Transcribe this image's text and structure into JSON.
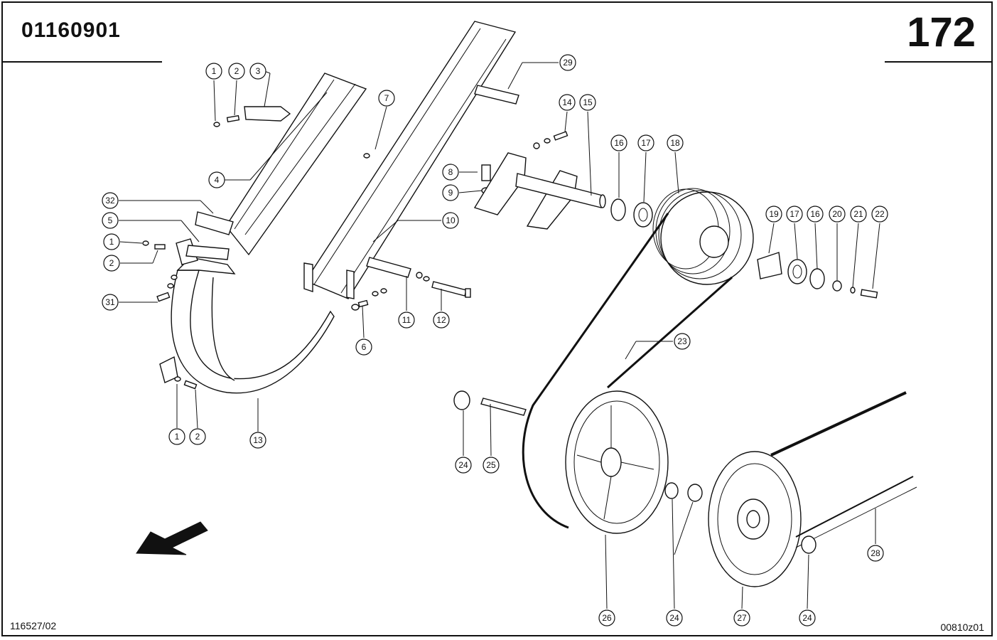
{
  "header": {
    "part_number": "01160901",
    "page_number": "172"
  },
  "footer": {
    "drawing_id": "116527/02",
    "image_ref": "00810z01"
  },
  "callouts": [
    {
      "label": "1"
    },
    {
      "label": "2"
    },
    {
      "label": "3"
    },
    {
      "label": "4"
    },
    {
      "label": "32"
    },
    {
      "label": "5"
    },
    {
      "label": "1"
    },
    {
      "label": "2"
    },
    {
      "label": "31"
    },
    {
      "label": "1"
    },
    {
      "label": "2"
    },
    {
      "label": "13"
    },
    {
      "label": "7"
    },
    {
      "label": "10"
    },
    {
      "label": "6"
    },
    {
      "label": "11"
    },
    {
      "label": "12"
    },
    {
      "label": "29"
    },
    {
      "label": "14"
    },
    {
      "label": "15"
    },
    {
      "label": "8"
    },
    {
      "label": "9"
    },
    {
      "label": "16"
    },
    {
      "label": "17"
    },
    {
      "label": "18"
    },
    {
      "label": "19"
    },
    {
      "label": "17"
    },
    {
      "label": "16"
    },
    {
      "label": "20"
    },
    {
      "label": "21"
    },
    {
      "label": "22"
    },
    {
      "label": "23"
    },
    {
      "label": "24"
    },
    {
      "label": "25"
    },
    {
      "label": "26"
    },
    {
      "label": "24"
    },
    {
      "label": "27"
    },
    {
      "label": "24"
    },
    {
      "label": "28"
    }
  ]
}
